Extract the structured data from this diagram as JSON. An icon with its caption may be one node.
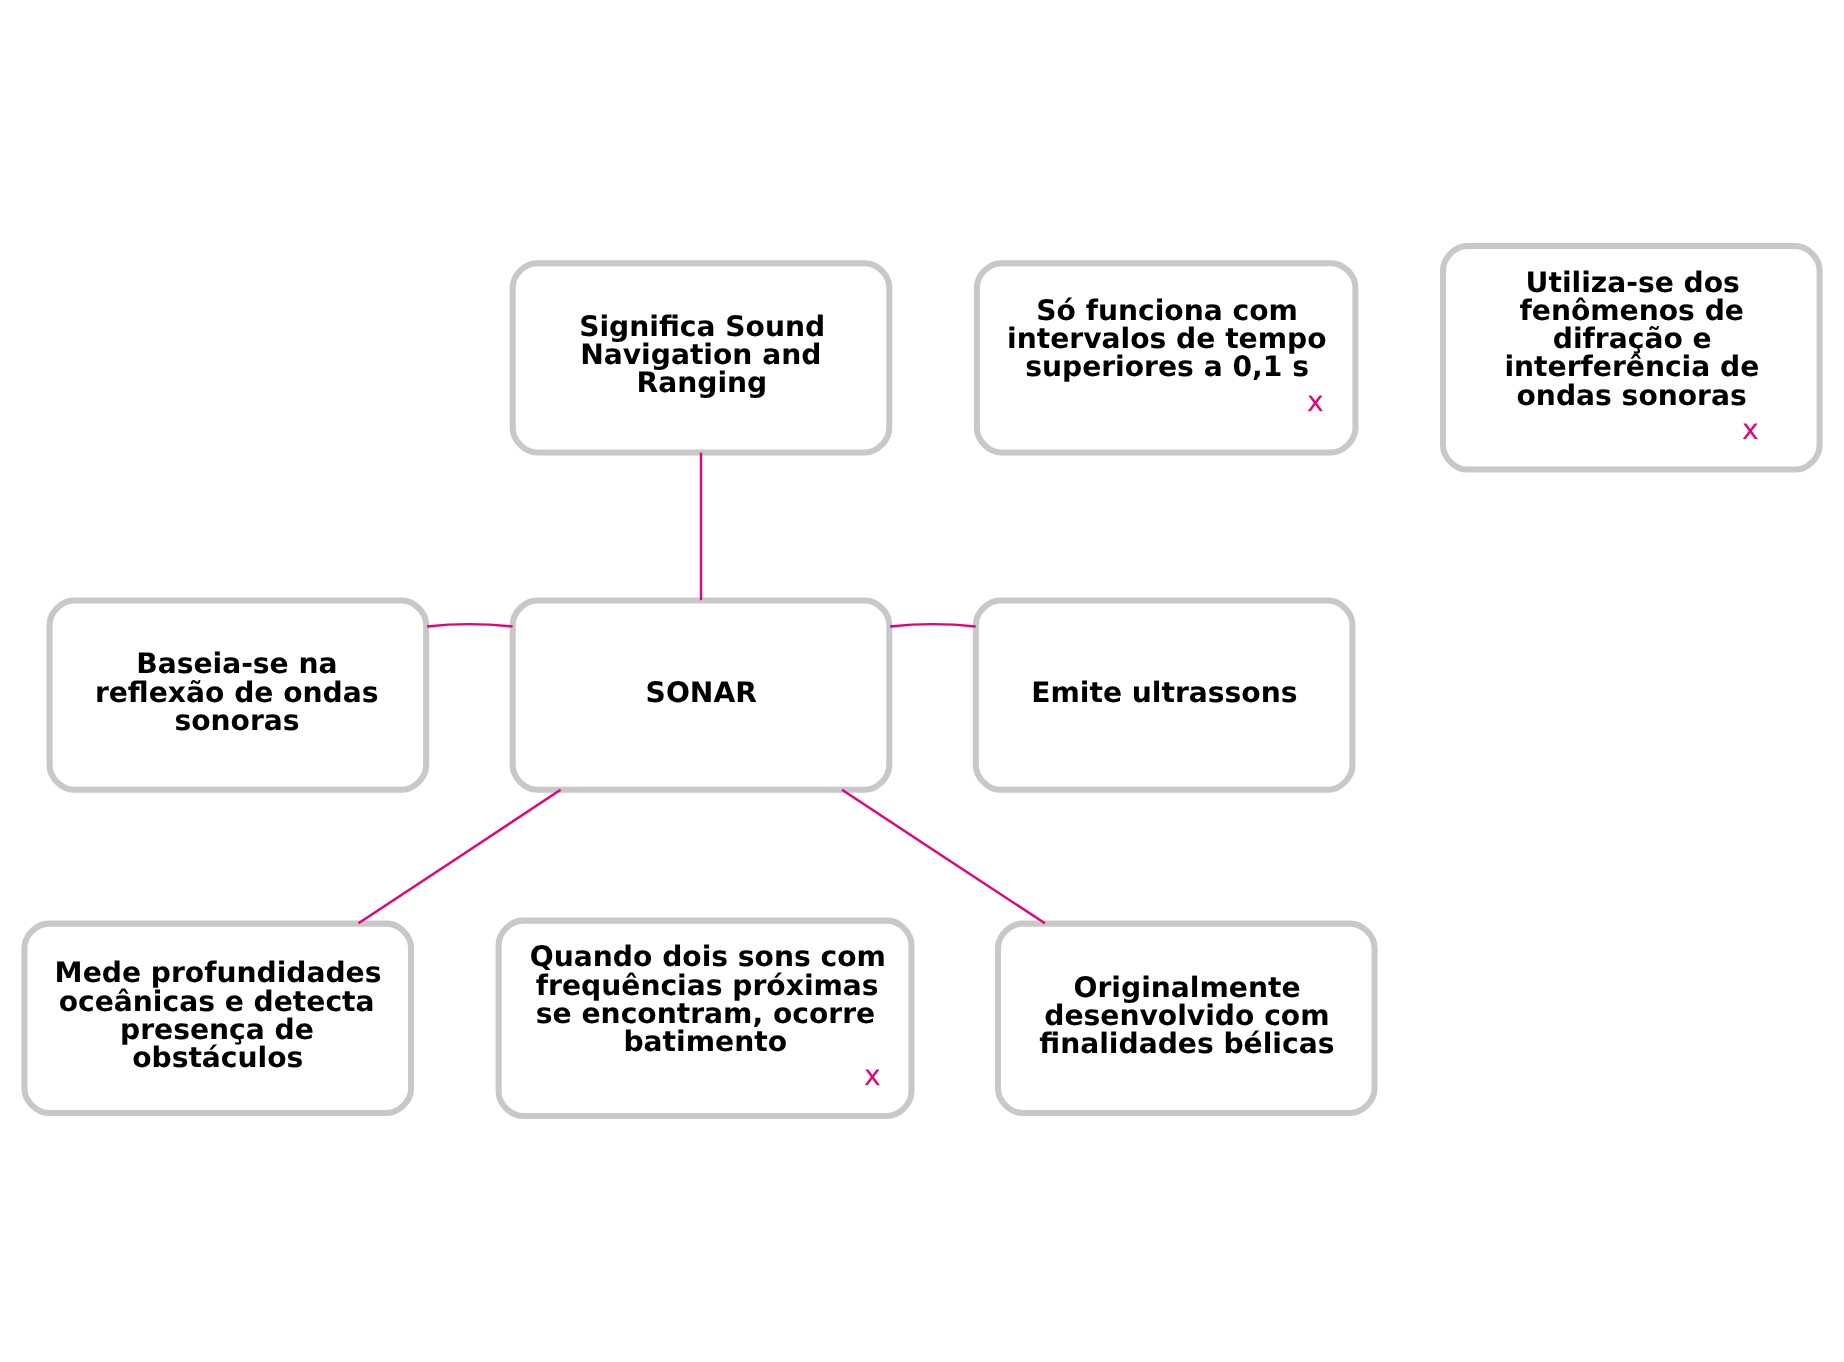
{
  "diagram": {
    "nodes": [
      {
        "text": [
          "Significa Sound Navigation and Ranging"
        ]
      },
      {
        "text": [
          "Só funciona com intervalos de tempo superiores a 0,1 s",
          "x"
        ]
      },
      {
        "text": [
          "Utiliza-se dos fenômenos de difração e interferência de ondas sonoras",
          "x"
        ]
      },
      {
        "text": [
          "Baseia-se na reflexão de ondas sonoras"
        ]
      },
      {
        "text": [
          "SONAR"
        ]
      },
      {
        "text": [
          "Emite ultrassons"
        ]
      },
      {
        "text": [
          "Mede profundidades oceânicas e detecta presença de obstáculos"
        ]
      },
      {
        "text": [
          "Quando dois sons com frequências próximas se encontram, ocorre batimento",
          "x"
        ]
      },
      {
        "text": [
          "Originalmente desenvolvido com finalidades bélicas"
        ]
      }
    ],
    "edges": [
      {
        "from": 0,
        "to": 4,
        "arrow": "none"
      },
      {
        "from": 4,
        "to": 3,
        "arrow": "none"
      },
      {
        "from": 4,
        "to": 5,
        "arrow": "none"
      },
      {
        "from": 4,
        "to": 6,
        "arrow": "none"
      },
      {
        "from": 4,
        "to": 8,
        "arrow": "none"
      }
    ]
  }
}
